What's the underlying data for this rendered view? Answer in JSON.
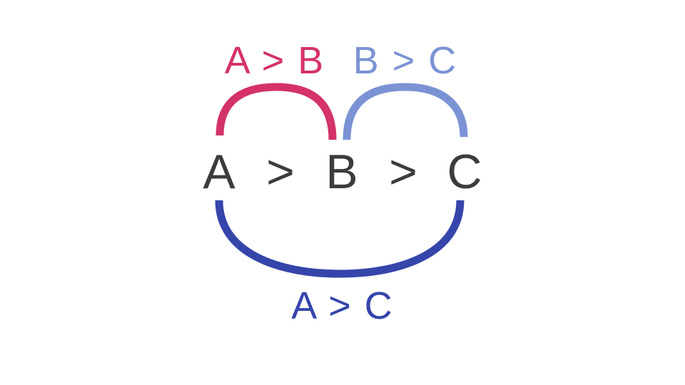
{
  "labels": {
    "a_gt_b": "A > B",
    "b_gt_c": "B > C",
    "a_gt_c": "A > C"
  },
  "expression": {
    "a": "A",
    "op1": ">",
    "b": "B",
    "op2": ">",
    "c": "C"
  },
  "colors": {
    "a_gt_b": "#d4326a",
    "b_gt_c": "#7b93d4",
    "a_gt_c": "#3545aa",
    "expression": "#3c3c3c"
  }
}
